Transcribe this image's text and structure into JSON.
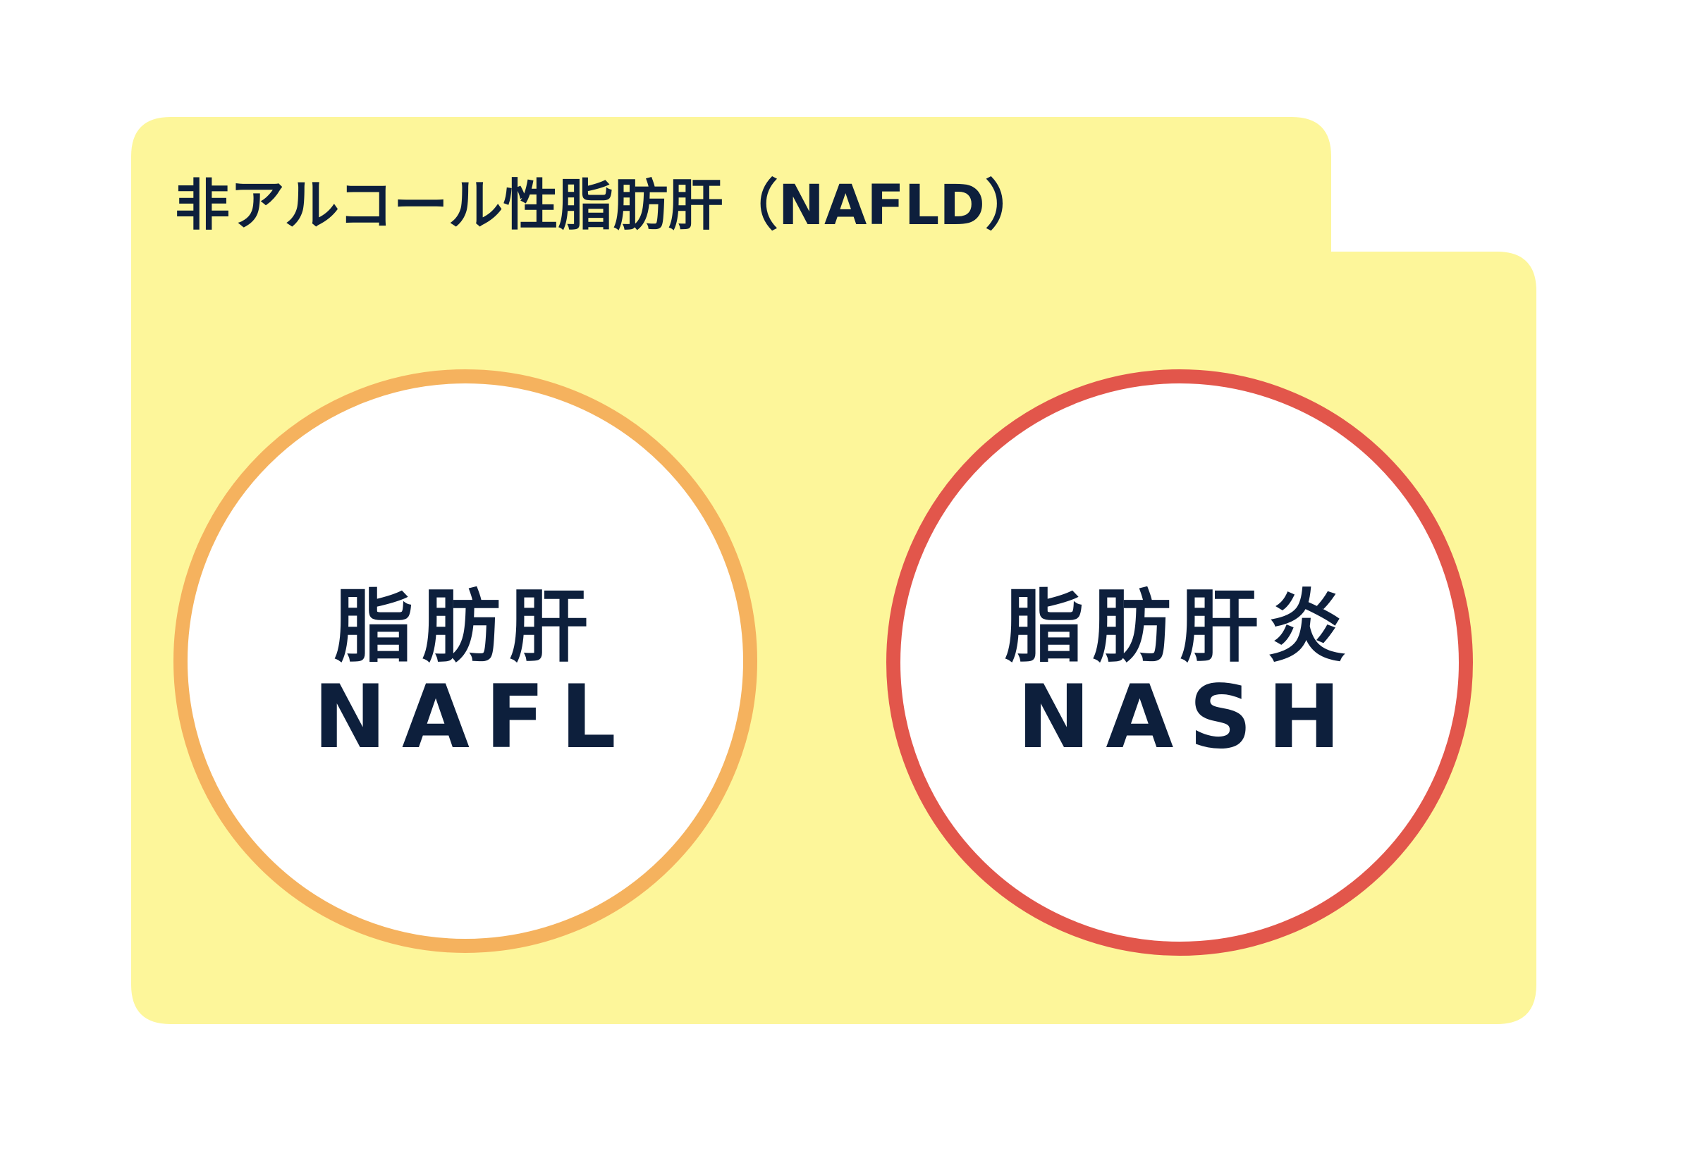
{
  "colors": {
    "panel_fill": "#fdf69a",
    "background": "#ffffff",
    "text": "#0d1f3c",
    "nafl_ring": "#f5b25e",
    "nash_ring": "#e2564b",
    "circle_fill": "#ffffff"
  },
  "panel": {
    "title": "非アルコール性脂肪肝（NAFLD）"
  },
  "circles": [
    {
      "id": "nafl",
      "label_ja": "脂肪肝",
      "label_en": "NAFL"
    },
    {
      "id": "nash",
      "label_ja": "脂肪肝炎",
      "label_en": "NASH"
    }
  ]
}
